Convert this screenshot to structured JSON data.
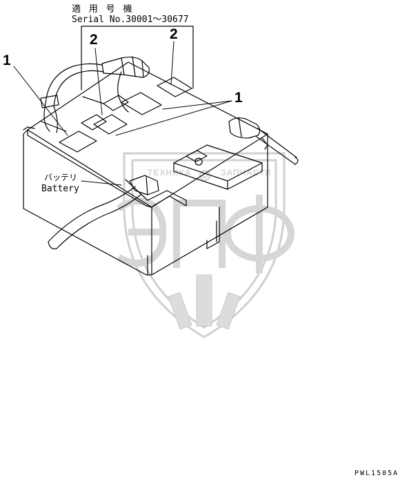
{
  "header": {
    "applicable_jp": "適 用 号 機",
    "serial": "Serial No.30001～30677"
  },
  "callouts": [
    "1",
    "2",
    "2",
    "1"
  ],
  "battery_label": {
    "jp": "バッテリ",
    "en": "Battery"
  },
  "figure_code": "PWL1505A",
  "watermark": {
    "top_left": "ТЕХНИКА",
    "top_right": "ЗАПЧАСТИ",
    "center": "ЭПФ"
  },
  "colors": {
    "line": "#000000",
    "watermark": "#cfcfcf"
  }
}
